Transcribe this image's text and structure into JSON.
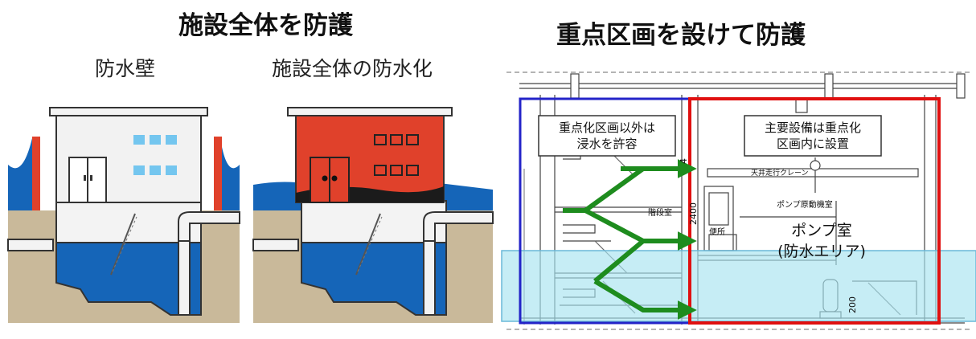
{
  "left_panel": {
    "title": "施設全体を防護",
    "sub_wall": "防水壁",
    "sub_whole": "施設全体の防水化"
  },
  "right_panel": {
    "title": "重点区画を設けて防護",
    "callout_left": [
      "重点化区画以外は",
      "浸水を許容"
    ],
    "callout_right": [
      "主要設備は重点化",
      "区画内に設置"
    ],
    "crane_label": "天井走行クレーン",
    "stair_label": "階段室",
    "machine_room_label": "ポンプ原動機室",
    "toilet_label": "便所",
    "pump_room": "ポンプ室",
    "waterproof_area": "(防水エリア)",
    "dim_2400": "2400",
    "dim_200": "200",
    "dim_4": "4"
  },
  "colors": {
    "water": "#1565b8",
    "wall_red": "#e0412b",
    "soil": "#c9b99a",
    "flood_band": "#a8e4ef",
    "zone_blue": "#2323c8",
    "zone_red": "#e01010",
    "arrow_green": "#1e8c1e"
  }
}
